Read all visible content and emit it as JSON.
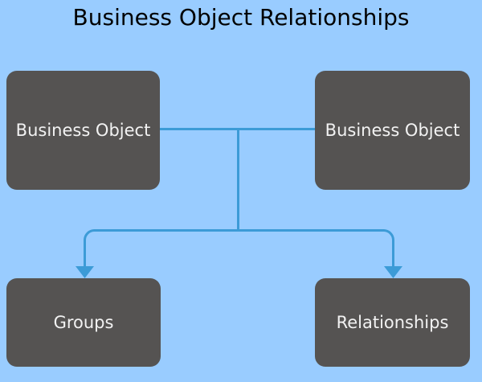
{
  "diagram": {
    "title": "Business Object Relationships",
    "background_color": "#99CCFF",
    "node_fill_color": "#555352",
    "node_text_color": "#F2F2F2",
    "connector_color": "#3C9BD7",
    "title_color": "#000000",
    "nodes": [
      {
        "id": "business-object-left",
        "label": "Business Object"
      },
      {
        "id": "business-object-right",
        "label": "Business Object"
      },
      {
        "id": "groups",
        "label": "Groups"
      },
      {
        "id": "relationships",
        "label": "Relationships"
      }
    ],
    "connectors": [
      {
        "id": "link-left-to-right",
        "from": "business-object-left",
        "to": "business-object-right",
        "type": "line",
        "arrow": false
      },
      {
        "id": "link-to-groups",
        "from": "business-object-left",
        "to": "groups",
        "type": "elbow",
        "arrow": true
      },
      {
        "id": "link-to-relationships",
        "from": "business-object-left",
        "to": "relationships",
        "type": "elbow",
        "arrow": true
      }
    ]
  }
}
